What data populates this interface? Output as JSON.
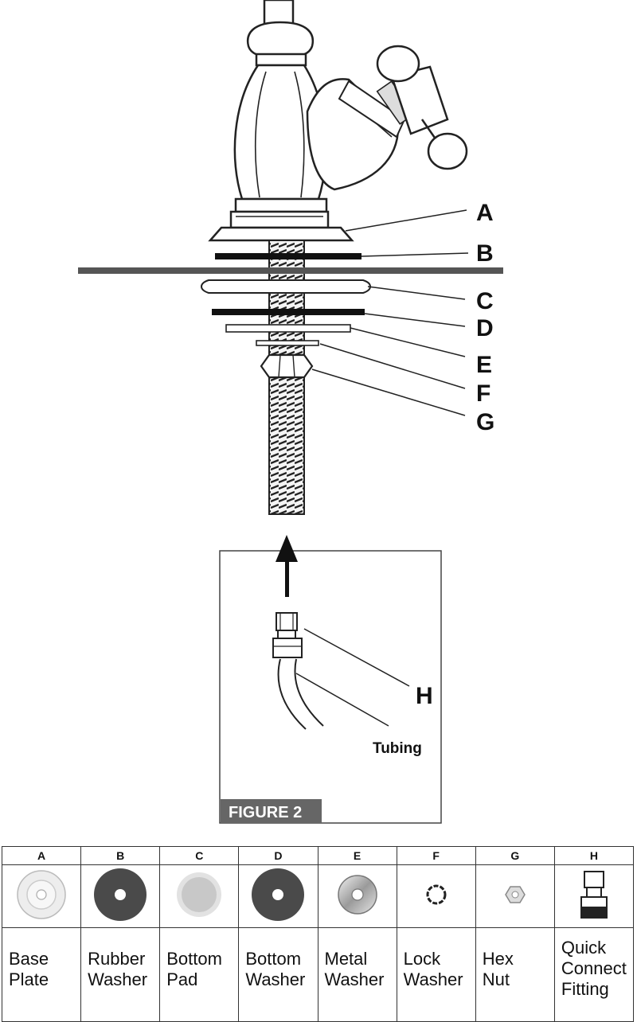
{
  "diagram": {
    "callouts": [
      "A",
      "B",
      "C",
      "D",
      "E",
      "F",
      "G"
    ],
    "fitting_callout": "H",
    "tubing_label": "Tubing",
    "figure_label": "FIGURE 2"
  },
  "parts_table": {
    "columns": [
      {
        "letter": "A",
        "name": "Base\nPlate",
        "icon": "base-plate-icon"
      },
      {
        "letter": "B",
        "name": "Rubber\nWasher",
        "icon": "rubber-washer-icon"
      },
      {
        "letter": "C",
        "name": "Bottom\nPad",
        "icon": "bottom-pad-icon"
      },
      {
        "letter": "D",
        "name": "Bottom\nWasher",
        "icon": "bottom-washer-icon"
      },
      {
        "letter": "E",
        "name": "Metal\nWasher",
        "icon": "metal-washer-icon"
      },
      {
        "letter": "F",
        "name": "Lock\nWasher",
        "icon": "lock-washer-icon"
      },
      {
        "letter": "G",
        "name": "Hex\nNut",
        "icon": "hex-nut-icon"
      },
      {
        "letter": "H",
        "name": "Quick\nConnect\nFitting",
        "icon": "quick-connect-fitting-icon"
      }
    ]
  },
  "colors": {
    "line": "#111111",
    "figure_label_bg": "#666666",
    "washer_dark": "#4a4a4a",
    "pad_gray": "#c8c8c8"
  }
}
